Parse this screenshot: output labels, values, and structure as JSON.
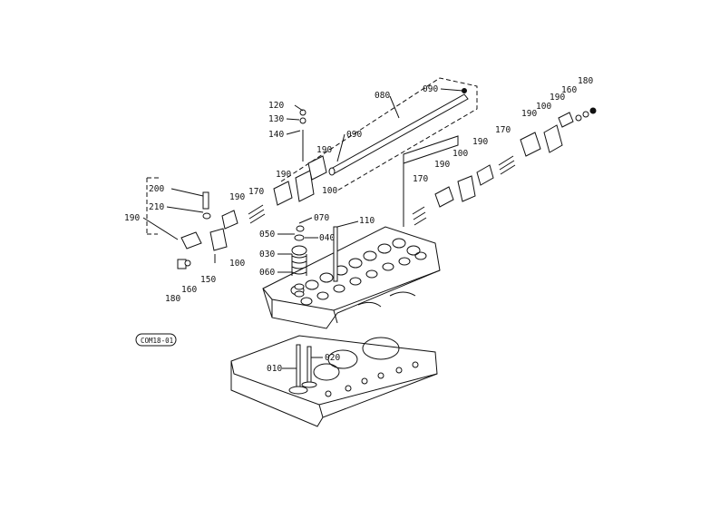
{
  "diagram": {
    "code_badge": "COM18-01",
    "labels": [
      {
        "id": "010",
        "text": "010"
      },
      {
        "id": "020",
        "text": "020"
      },
      {
        "id": "030",
        "text": "030"
      },
      {
        "id": "040",
        "text": "040"
      },
      {
        "id": "050",
        "text": "050"
      },
      {
        "id": "060",
        "text": "060"
      },
      {
        "id": "070",
        "text": "070"
      },
      {
        "id": "080",
        "text": "080"
      },
      {
        "id": "090a",
        "text": "090"
      },
      {
        "id": "090b",
        "text": "090"
      },
      {
        "id": "100a",
        "text": "100"
      },
      {
        "id": "100b",
        "text": "100"
      },
      {
        "id": "100c",
        "text": "100"
      },
      {
        "id": "100d",
        "text": "100"
      },
      {
        "id": "110",
        "text": "110"
      },
      {
        "id": "120",
        "text": "120"
      },
      {
        "id": "130",
        "text": "130"
      },
      {
        "id": "140",
        "text": "140"
      },
      {
        "id": "150",
        "text": "150"
      },
      {
        "id": "160a",
        "text": "160"
      },
      {
        "id": "160b",
        "text": "160"
      },
      {
        "id": "170a",
        "text": "170"
      },
      {
        "id": "170b",
        "text": "170"
      },
      {
        "id": "170c",
        "text": "170"
      },
      {
        "id": "180a",
        "text": "180"
      },
      {
        "id": "180b",
        "text": "180"
      },
      {
        "id": "190a",
        "text": "190"
      },
      {
        "id": "190b",
        "text": "190"
      },
      {
        "id": "190c",
        "text": "190"
      },
      {
        "id": "190d",
        "text": "190"
      },
      {
        "id": "190e",
        "text": "190"
      },
      {
        "id": "190f",
        "text": "190"
      },
      {
        "id": "190g",
        "text": "190"
      },
      {
        "id": "190h",
        "text": "190"
      },
      {
        "id": "200",
        "text": "200"
      },
      {
        "id": "210",
        "text": "210"
      }
    ]
  }
}
